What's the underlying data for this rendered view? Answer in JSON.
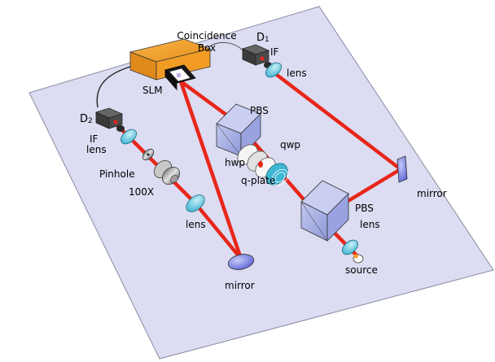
{
  "labels": {
    "coincidence_box_line1": "Coincidence",
    "coincidence_box_line2": "Box",
    "d1": "D",
    "d1_sub": "1",
    "d2": "D",
    "d2_sub": "2",
    "if_top": "IF",
    "lens_top": "lens",
    "slm": "SLM",
    "pbs_top": "PBS",
    "qwp": "qwp",
    "hwp": "hwp",
    "q_plate": "q-plate",
    "mirror_right": "mirror",
    "pbs_bottom": "PBS",
    "lens_bottom_right": "lens",
    "source": "source",
    "if_left": "IF",
    "lens_left": "lens",
    "pinhole": "Pinhole",
    "objective": "100X",
    "lens_middle": "lens",
    "mirror_bottom": "mirror"
  },
  "colors": {
    "table": "#dcdcf2",
    "beam": "#e8261a",
    "box": "#f0a12a",
    "cube": "#a9b2e4",
    "lens": "#64cbe0",
    "mirror": "#8088e8"
  }
}
